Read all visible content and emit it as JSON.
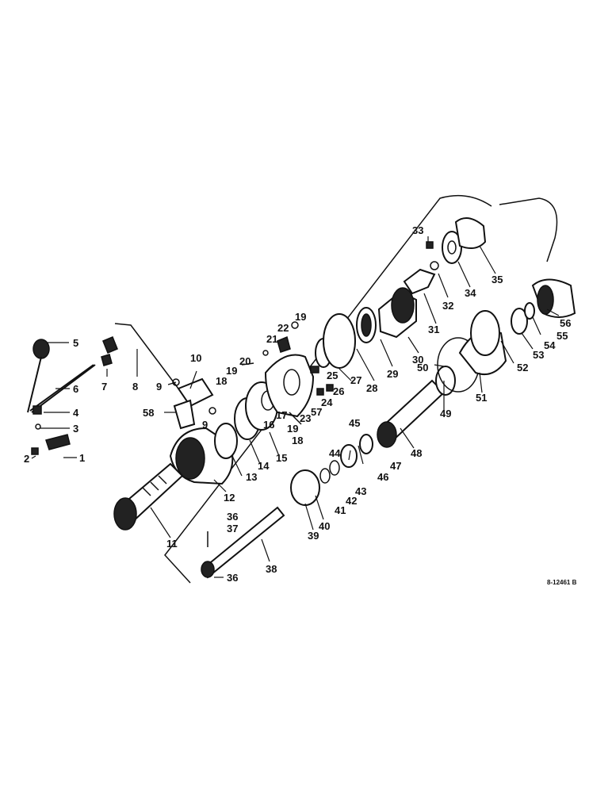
{
  "figure": {
    "drawing_code": "8-12461 B",
    "labels": [
      "1",
      "2",
      "3",
      "4",
      "5",
      "6",
      "7",
      "8",
      "9",
      "10",
      "11",
      "12",
      "13",
      "14",
      "15",
      "16",
      "17",
      "18",
      "19",
      "20",
      "21",
      "22",
      "23",
      "24",
      "25",
      "26",
      "27",
      "28",
      "29",
      "30",
      "31",
      "32",
      "33",
      "34",
      "35",
      "36",
      "37",
      "38",
      "39",
      "40",
      "41",
      "42",
      "43",
      "44",
      "45",
      "46",
      "47",
      "48",
      "49",
      "50",
      "51",
      "52",
      "53",
      "54",
      "55",
      "56",
      "57",
      "58"
    ]
  }
}
